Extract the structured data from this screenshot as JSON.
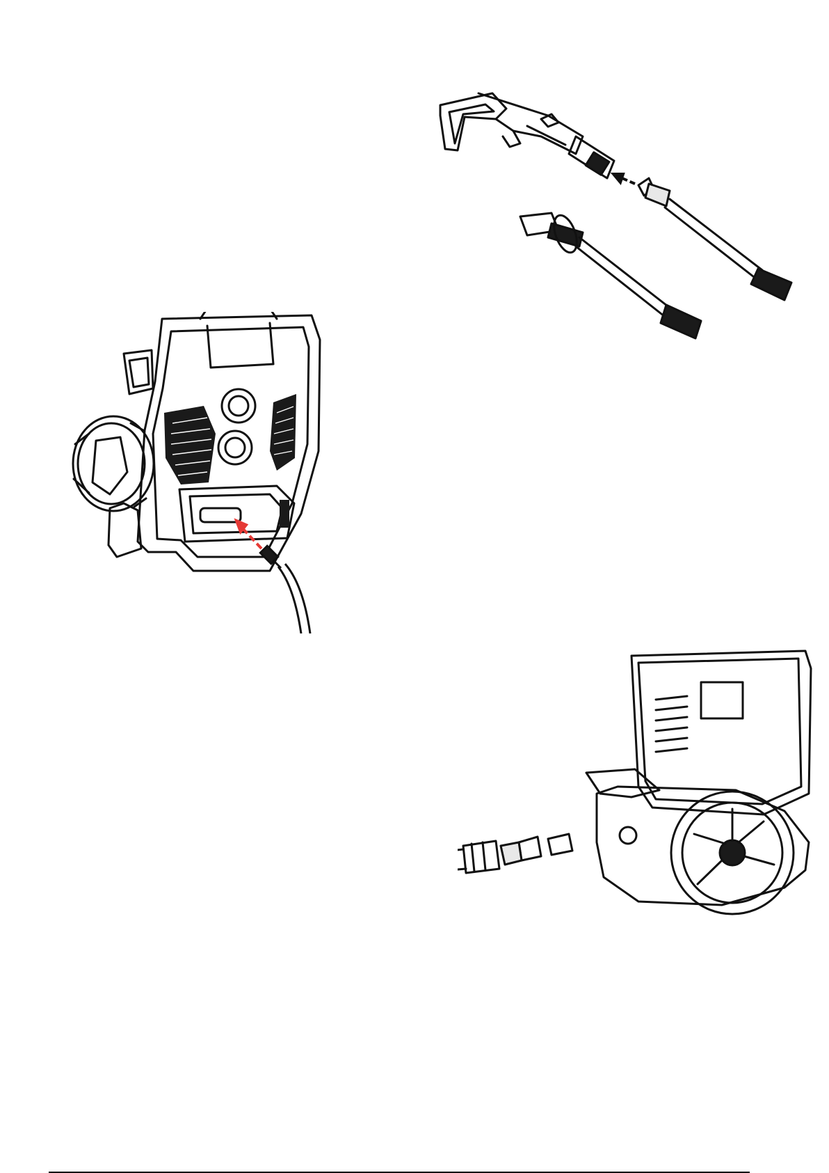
{
  "colors": {
    "line": "#111111",
    "fill_dark": "#1a1a1a",
    "fill_mid": "#6e6e6e",
    "fill_light": "#e8e8e8",
    "arrow_red": "#e53935"
  },
  "figures": [
    {
      "id": "unit-front",
      "icon": "pressure-washer-front-outlet-illustration"
    },
    {
      "id": "spray-gun",
      "icon": "spray-gun-and-lance-illustration"
    },
    {
      "id": "unit-rear",
      "icon": "pressure-washer-rear-inlet-illustration"
    }
  ]
}
